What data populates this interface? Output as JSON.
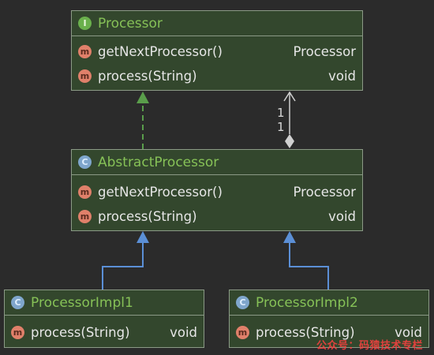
{
  "classes": {
    "processor": {
      "kind": "I",
      "name": "Processor",
      "methods": [
        {
          "badge": "m",
          "name": "getNextProcessor()",
          "type": "Processor"
        },
        {
          "badge": "m",
          "name": "process(String)",
          "type": "void"
        }
      ]
    },
    "abstract": {
      "kind": "C",
      "name": "AbstractProcessor",
      "methods": [
        {
          "badge": "m",
          "name": "getNextProcessor()",
          "type": "Processor"
        },
        {
          "badge": "m",
          "name": "process(String)",
          "type": "void"
        }
      ]
    },
    "impl1": {
      "kind": "C",
      "name": "ProcessorImpl1",
      "methods": [
        {
          "badge": "m",
          "name": "process(String)",
          "type": "void"
        }
      ]
    },
    "impl2": {
      "kind": "C",
      "name": "ProcessorImpl2",
      "methods": [
        {
          "badge": "m",
          "name": "process(String)",
          "type": "void"
        }
      ]
    }
  },
  "association": {
    "multiplicity_top": "1",
    "multiplicity_bottom": "1"
  },
  "watermark": "公众号：码猿技术专栏",
  "colors": {
    "background": "#2b2b2b",
    "class_fill": "#33472d",
    "class_border": "#8b9a86",
    "name_green": "#86c157",
    "realization_arrow": "#5a9e4b",
    "inheritance_arrow": "#5b8fd6",
    "association_line": "#d0d0d0"
  }
}
